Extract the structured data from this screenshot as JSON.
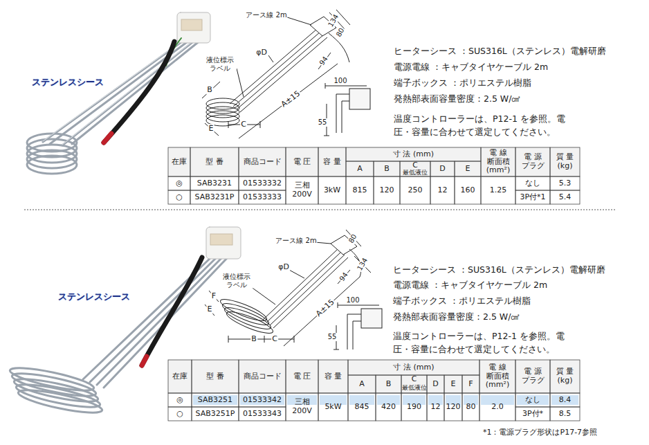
{
  "diagram": {
    "nodes": [
      {
        "text": [
          "ステンレスシース"
        ]
      },
      {
        "text": [
          "ステンレスシース"
        ]
      }
    ],
    "labels": [
      "アース線 2m",
      "134",
      "80",
      "φD",
      "液位標示 ラベル",
      "B",
      "E",
      "C",
      "A±15",
      "94",
      "100",
      "55",
      "ヒーターシース ：SUS316L（ステンレス）電解研磨",
      "電源電線 ：キャブタイヤケーブル 2m",
      "端子ボックス ：ポリエステル樹脂",
      "発熱部表面容量密度：2.5 W/㎠",
      "温度コントローラーは、P12-1 を参照。電圧・容量に合わせて選定してください。",
      "在庫",
      "型 番",
      "商品コード",
      "電 圧",
      "容 量",
      "寸 法 (mm)",
      "A",
      "B",
      "C",
      "最低液位",
      "D",
      "E",
      "電 線 断面積 (mm²)",
      "電 源 プラグ",
      "質 量 (kg)",
      "◎",
      "SAB3231",
      "01533332",
      "三相 200V",
      "3kW",
      "815",
      "120",
      "250",
      "12",
      "160",
      "1.25",
      "なし",
      "5.3",
      "○",
      "SAB3231P",
      "01533333",
      "3P付*1",
      "5.4",
      "アース線 2m",
      "80",
      "134",
      "φD",
      "液位標示 ラベル",
      "F",
      "E",
      "B",
      "C",
      "A±15",
      "94",
      "100",
      "55",
      "ヒーターシース ：SUS316L（ステンレス）電解研磨",
      "電源電線 ：キャブタイヤケーブル 2m",
      "端子ボックス ：ポリエステル樹脂",
      "発熱部表面容量密度：2.5 W/㎠",
      "温度コントローラーは、P12-1 を参照。電圧・容量に合わせて選定してください。",
      "在庫",
      "型 番",
      "商品コード",
      "電 圧",
      "容 量",
      "寸 法 (mm)",
      "A",
      "B",
      "C",
      "最低液位",
      "D",
      "E",
      "F",
      "電 線 断面積 (mm²)",
      "電 源 プラグ",
      "質 量 (kg)",
      "◎",
      "SAB3251",
      "01533342",
      "三相 200V",
      "5kW",
      "845",
      "420",
      "190",
      "12",
      "120",
      "80",
      "2.0",
      "なし",
      "8.4",
      "○",
      "SAB3251P",
      "01533343",
      "3P付*",
      "8.5",
      "*1：電源プラグ形状はP17-7参照"
    ]
  }
}
